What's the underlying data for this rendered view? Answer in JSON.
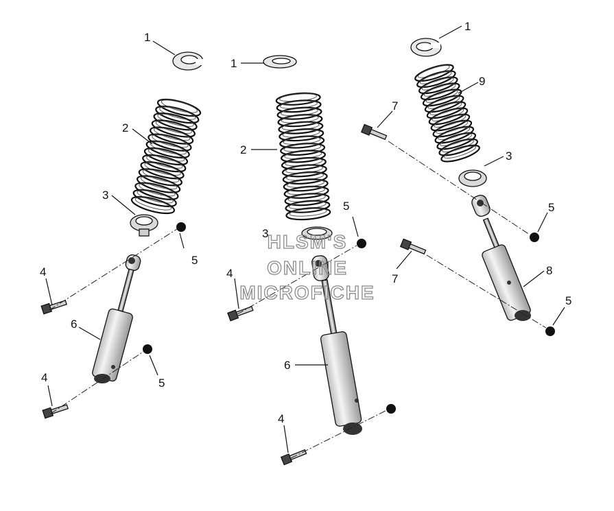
{
  "callouts": {
    "a1": "1",
    "a2": "2",
    "a3": "3",
    "a4a": "4",
    "a4b": "4",
    "a5a": "5",
    "a5b": "5",
    "a6": "6",
    "b1": "1",
    "b2": "2",
    "b3": "3",
    "b4a": "4",
    "b4b": "4",
    "b5": "5",
    "b6": "6",
    "c1": "1",
    "c3": "3",
    "c5a": "5",
    "c5b": "5",
    "c7a": "7",
    "c7b": "7",
    "c8": "8",
    "c9": "9"
  },
  "watermark": {
    "line1": "HLSM'S",
    "line2": "ONLINE",
    "line3": "MICROFICHE"
  },
  "colors": {
    "ink": "#111111",
    "watermark": "#8a8a8a",
    "background": "#ffffff"
  }
}
